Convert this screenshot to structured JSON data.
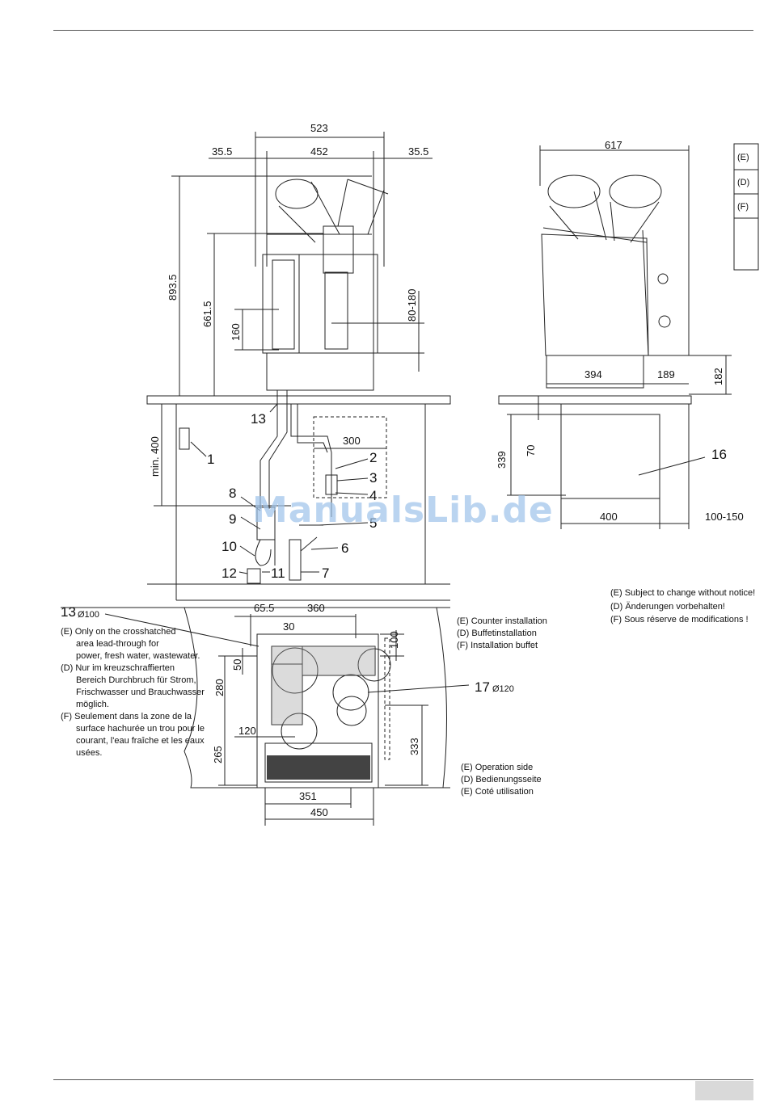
{
  "dimensions": {
    "front_total_width": "523",
    "front_left_offset": "35.5",
    "front_body_width": "452",
    "front_right_offset": "35.5",
    "front_total_height": "893.5",
    "front_body_height": "661.5",
    "front_spout_height": "160",
    "front_spout_range": "80-180",
    "side_width": "617",
    "side_base_depth": "394",
    "side_overhang": "189",
    "side_base_height": "182",
    "side_cabinet_height": "339",
    "side_gap": "70",
    "side_cabinet_width": "400",
    "side_wall_gap": "100-150",
    "under_counter_min": "min. 400",
    "under_counter_box": "300",
    "plan_offset_x": "65.5",
    "plan_width": "360",
    "plan_hole_width": "30",
    "plan_right_margin": "100",
    "plan_hole_height": "50",
    "plan_left_height": "280",
    "plan_hole_offset": "120",
    "plan_front_height": "265",
    "plan_right_height": "333",
    "plan_bottom_inner": "351",
    "plan_bottom_outer": "450"
  },
  "callouts": [
    "1",
    "2",
    "3",
    "4",
    "5",
    "6",
    "7",
    "8",
    "9",
    "10",
    "11",
    "12",
    "13",
    "16",
    "17"
  ],
  "callout_13_dia": "Ø100",
  "callout_17_dia": "Ø120",
  "lang_tabs": [
    "(E)",
    "(D)",
    "(F)"
  ],
  "note_13": [
    "(E)  Only on the crosshatched",
    "area lead-through for",
    "power, fresh water, wastewater.",
    "(D)  Nur im kreuzschraffierten",
    "Bereich Durchbruch für  Strom,",
    "Frischwasser und Brauchwasser",
    "möglich.",
    "(F)   Seulement dans la zone de la",
    "surface hachurée un trou pour le",
    "courant, l'eau fraîche et les eaux",
    "usées."
  ],
  "installation_labels": [
    "(E) Counter installation",
    "(D) Buffetinstallation",
    "(F) Installation buffet"
  ],
  "operation_labels": [
    "(E) Operation side",
    "(D) Bedienungsseite",
    "(E) Coté utilisation"
  ],
  "change_notice": [
    "(E)  Subject to change without notice!",
    "(D)  Änderungen vorbehalten!",
    "(F)  Sous réserve de modifications !"
  ],
  "watermark": "ManualsLib.de"
}
